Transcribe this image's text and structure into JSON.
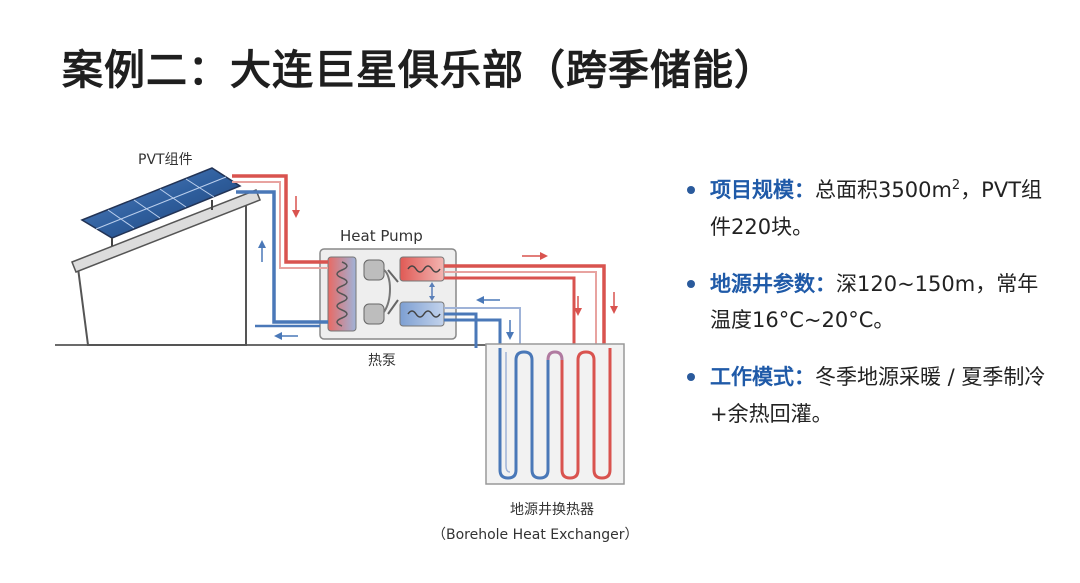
{
  "title": "案例二：大连巨星俱乐部（跨季储能）",
  "diagram": {
    "pvt_label": "PVT组件",
    "heat_pump_label_en": "Heat Pump",
    "heat_pump_label_cn": "热泵",
    "borehole_label_cn": "地源井换热器",
    "borehole_label_en": "（Borehole Heat Exchanger）"
  },
  "bullets": [
    {
      "label": "项目规模：",
      "text_before": "总面积3500m",
      "superscript": "2",
      "text_after": "，PVT组件220块。"
    },
    {
      "label": "地源井参数：",
      "text_before": "深120~150m，常年温度16°C~20°C。",
      "superscript": "",
      "text_after": ""
    },
    {
      "label": "工作模式：",
      "text_before": "冬季地源采暖 / 夏季制冷+余热回灌。",
      "superscript": "",
      "text_after": ""
    }
  ],
  "colors": {
    "hot_pipe": "#d9534f",
    "cold_pipe": "#4a78b8",
    "accent": "#1f5aa8",
    "panel": "#2f5f9e"
  }
}
